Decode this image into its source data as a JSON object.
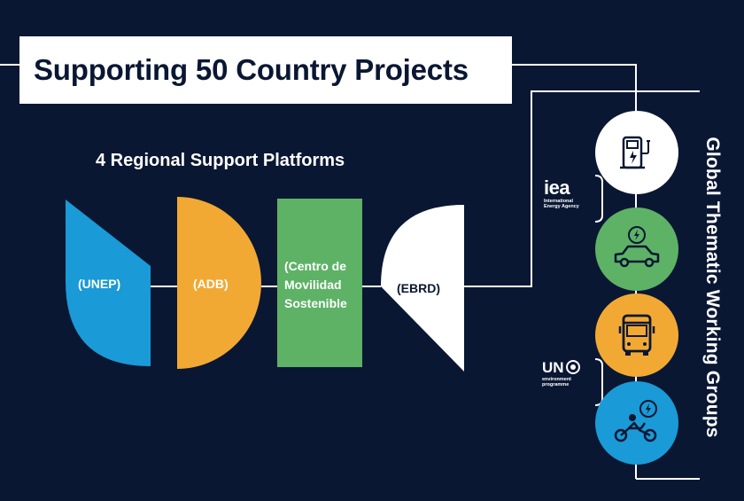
{
  "title": "Supporting 50 Country Projects",
  "subtitle": "4 Regional Support Platforms",
  "platforms": [
    {
      "label": "(UNEP)",
      "color": "#1a9ad6"
    },
    {
      "label": "(ADB)",
      "color": "#f2a933"
    },
    {
      "label_lines": [
        "(Centro de",
        "Movilidad",
        "Sostenible"
      ],
      "color": "#5db266"
    },
    {
      "label": "(EBRD)",
      "color": "#ffffff"
    }
  ],
  "working_groups": {
    "title": "Global Thematic Working Groups",
    "circles": [
      {
        "icon": "ev-charger-icon",
        "color": "#ffffff"
      },
      {
        "icon": "electric-car-icon",
        "color": "#5db266"
      },
      {
        "icon": "bus-icon",
        "color": "#f2a933"
      },
      {
        "icon": "electric-motorbike-icon",
        "color": "#1a9ad6"
      }
    ]
  },
  "logos": {
    "iea": {
      "mark": "iea",
      "line1": "International",
      "line2": "Energy Agency"
    },
    "unep": {
      "mark": "UN",
      "line1": "environment",
      "line2": "programme"
    }
  }
}
